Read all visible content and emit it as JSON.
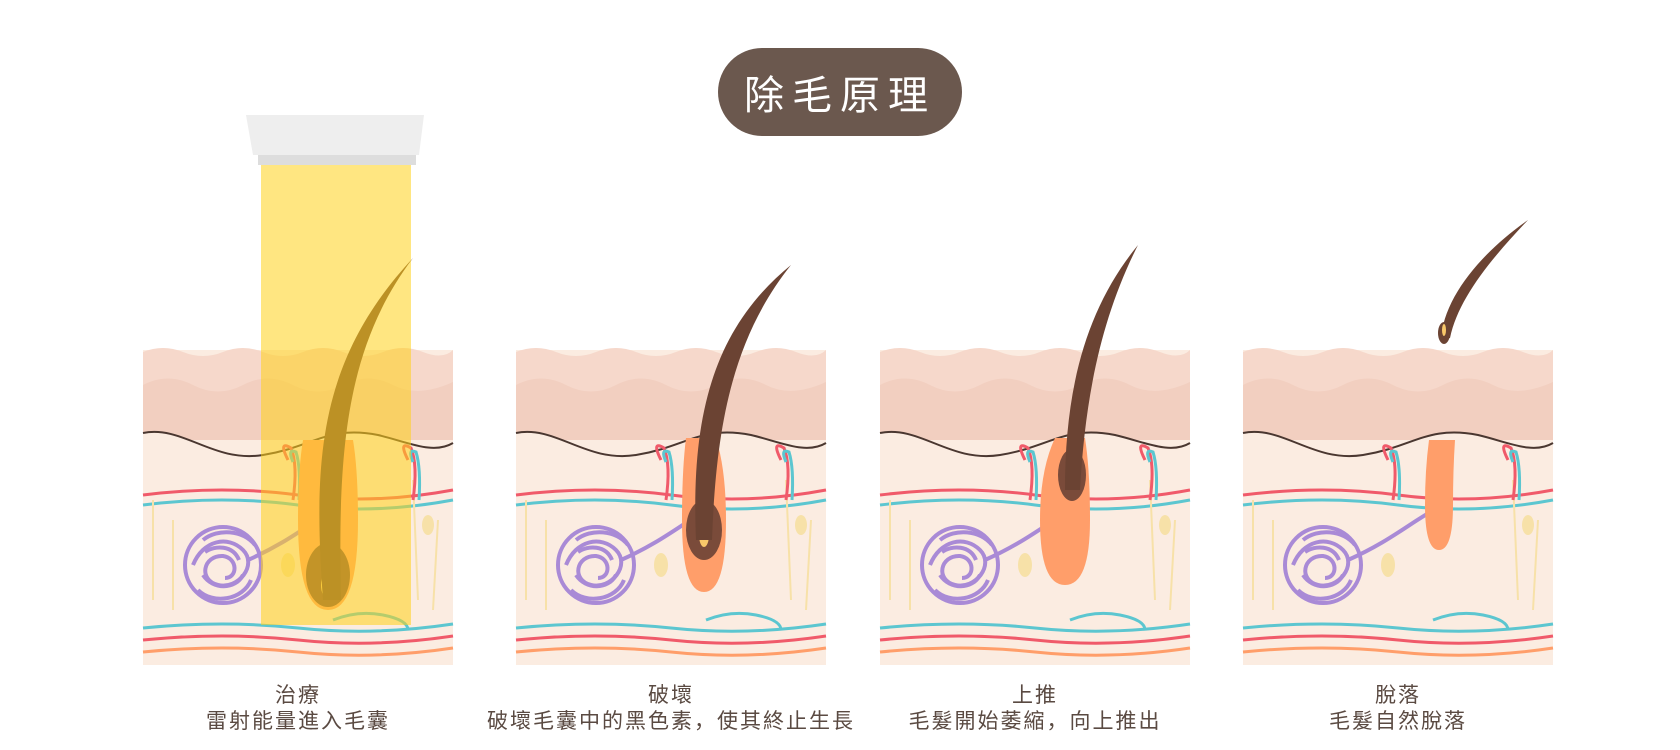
{
  "title": "除毛原理",
  "colors": {
    "title_bg": "#6b584e",
    "caption_text": "#5a4a42",
    "skin_top": "#f6d8cb",
    "skin_band": "#f2cfc0",
    "dermis": "#fbece1",
    "follicle": "#ff9e6a",
    "hair": "#6b4333",
    "laser": "#ffd21a",
    "gland": "#a98ad6"
  },
  "stages": [
    {
      "id": "treat",
      "title": "治療",
      "desc": "雷射能量進入毛囊",
      "icons": [
        "laser-device-icon",
        "laser-beam-icon",
        "hair-icon",
        "follicle-icon",
        "sweat-gland-icon"
      ]
    },
    {
      "id": "destroy",
      "title": "破壞",
      "desc": "破壞毛囊中的黑色素，使其終止生長",
      "icons": [
        "hair-icon",
        "follicle-icon",
        "sweat-gland-icon"
      ]
    },
    {
      "id": "push",
      "title": "上推",
      "desc": "毛髮開始萎縮，向上推出",
      "icons": [
        "hair-icon",
        "follicle-icon",
        "sweat-gland-icon"
      ]
    },
    {
      "id": "shed",
      "title": "脫落",
      "desc": "毛髮自然脫落",
      "icons": [
        "falling-hair-icon",
        "follicle-icon",
        "sweat-gland-icon"
      ]
    }
  ]
}
